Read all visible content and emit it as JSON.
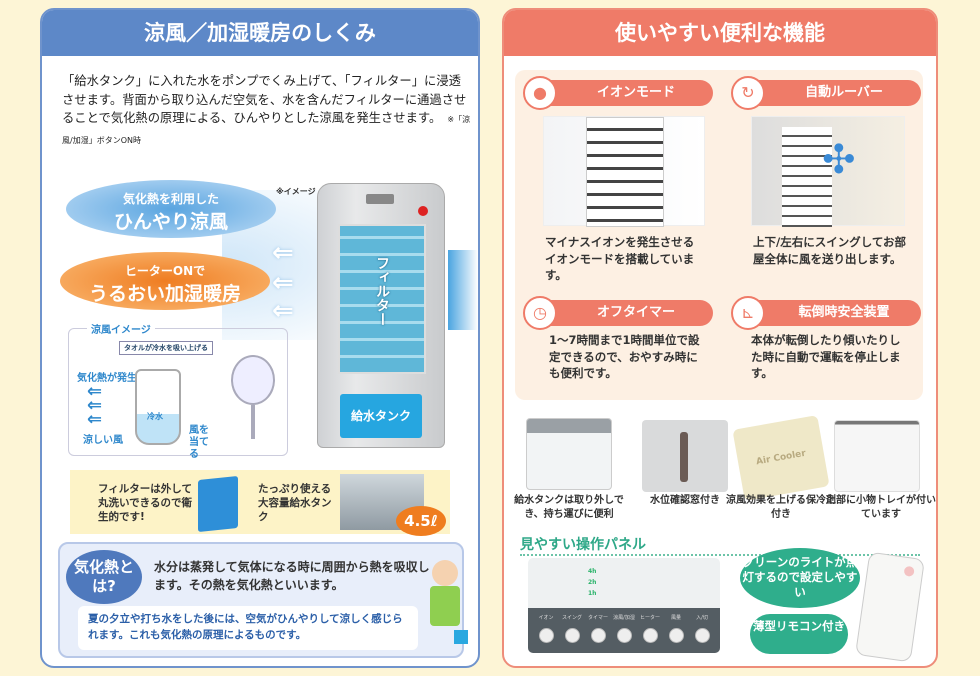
{
  "left": {
    "title": "涼風／加湿暖房のしくみ",
    "intro": "「給水タンク」に入れた水をポンプでくみ上げて、「フィルター」に浸透させます。背面から取り込んだ空気を、水を含んだフィルターに通過させることで気化熱の原理による、ひんやりとした涼風を発生させます。",
    "intro_note": "※「涼風/加湿」ボタンON時",
    "image_note": "※イメージ",
    "cool": {
      "sub": "気化熱を利用した",
      "main": "ひんやり涼風"
    },
    "warm": {
      "sub": "ヒーターONで",
      "main": "うるおい加湿暖房"
    },
    "filter_label": "フィルター",
    "tank_label": "給水タンク",
    "cool_image": {
      "title": "涼風イメージ",
      "towel": "タオルが冷水を吸い上げる",
      "heat": "気化熱が発生",
      "cold_water": "冷水",
      "cool_wind": "涼しい風",
      "fan": "風を当てる"
    },
    "filter_note": "フィルターは外して丸洗いできるので衛生的です!",
    "tank_note": "たっぷり使える大容量給水タンク",
    "capacity": "4.5ℓ",
    "kika": {
      "badge": "気化熱とは?",
      "text": "水分は蒸発して気体になる時に周囲から熱を吸収します。その熱を気化熱といいます。",
      "example": "夏の夕立や打ち水をした後には、空気がひんやりして涼しく感じられます。これも気化熱の原理によるものです。"
    }
  },
  "right": {
    "title": "使いやすい便利な機能",
    "features": [
      {
        "icon": "ion-icon",
        "label": "イオンモード",
        "text": "マイナスイオンを発生させるイオンモードを搭載しています。"
      },
      {
        "icon": "louver-icon",
        "label": "自動ルーバー",
        "text": "上下/左右にスイングしてお部屋全体に風を送り出します。"
      },
      {
        "icon": "clock-icon",
        "label": "オフタイマー",
        "text": "1〜7時間まで1時間単位で設定できるので、おやすみ時にも便利です。"
      },
      {
        "icon": "tip-over-icon",
        "label": "転倒時安全装置",
        "text": "本体が転倒したり傾いたりした時に自動で運転を停止します。"
      }
    ],
    "products": [
      {
        "caption": "給水タンクは取り外しでき、持ち運びに便利"
      },
      {
        "caption": "水位確認窓付き"
      },
      {
        "caption": "涼風効果を上げる保冷剤付き",
        "print": "Air Cooler"
      },
      {
        "caption": "上部に小物トレイが付いています"
      }
    ],
    "panel_title": "見やすい操作パネル",
    "panel_buttons": [
      "イオン",
      "スイング",
      "タイマー",
      "涼風/加湿",
      "ヒーター",
      "風量",
      "入/切"
    ],
    "timer_leds": [
      "4h",
      "2h",
      "1h"
    ],
    "bubble1": "グリーンのライトが点灯するので設定しやすい",
    "bubble2": "薄型リモコン付き"
  },
  "colors": {
    "blue": "#5d88c8",
    "salmon": "#ef7b68",
    "green": "#2fae8c",
    "background": "#fdf5d6"
  }
}
